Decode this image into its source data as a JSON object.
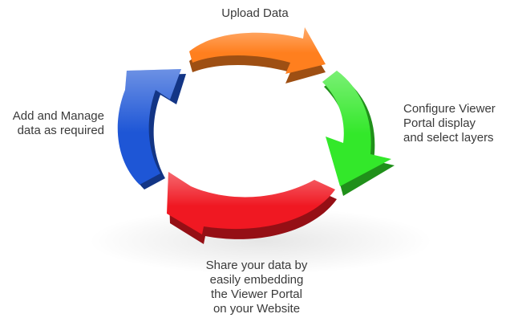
{
  "steps": [
    {
      "name": "upload",
      "color": "#ff7f1e",
      "lines": [
        "Upload Data"
      ]
    },
    {
      "name": "configure",
      "color": "#33e82a",
      "lines": [
        "Configure Viewer",
        "Portal display",
        "and select layers"
      ]
    },
    {
      "name": "share",
      "color": "#f01822",
      "lines": [
        "Share your data by",
        "easily embedding",
        "the Viewer Portal",
        "on your Website"
      ]
    },
    {
      "name": "manage",
      "color": "#1e56d6",
      "lines": [
        "Add and Manage",
        "data as required"
      ]
    }
  ]
}
